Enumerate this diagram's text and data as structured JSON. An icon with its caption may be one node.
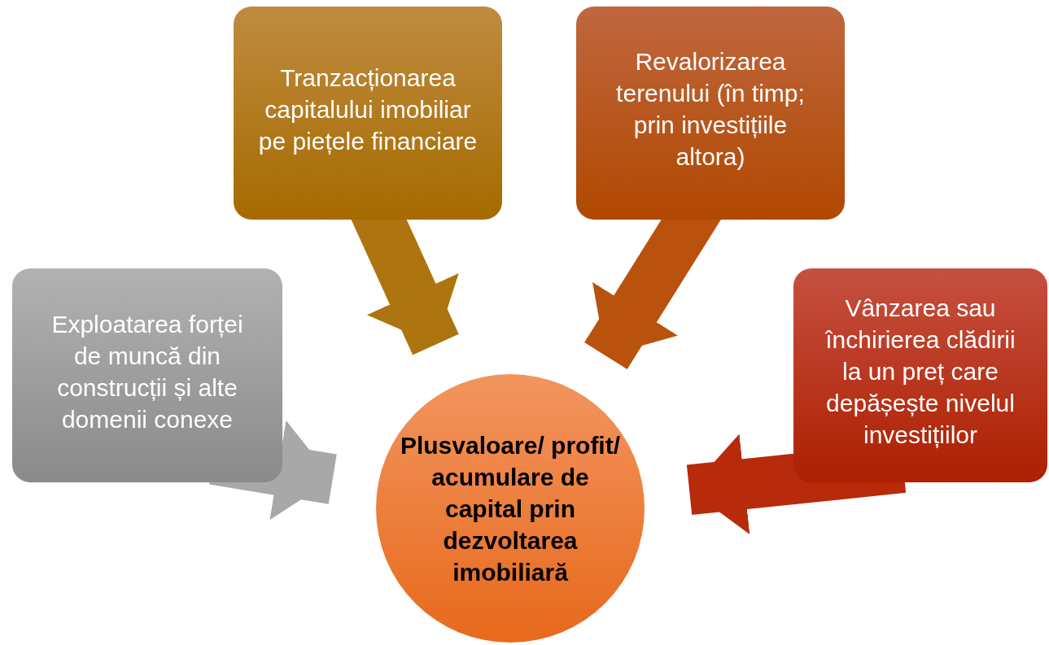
{
  "diagram": {
    "nodes": [
      {
        "text": [
          "Tranzacționarea capitalului imobiliar pe piețele financiare"
        ]
      },
      {
        "text": [
          "Revalorizarea terenului (în timp; prin investițiile altora)"
        ]
      },
      {
        "text": [
          "Exploatarea forței de muncă din construcții și alte domenii conexe"
        ]
      },
      {
        "text": [
          "Vânzarea sau închirierea clădirii la un preț care depășește nivelul investițiilor"
        ]
      },
      {
        "text": [
          "Plusvaloare/ profit/ acumulare de capital prin dezvoltarea imobiliară"
        ]
      }
    ],
    "edges": [
      {
        "from": 0,
        "to": 4,
        "arrow": "to",
        "color": "#ad7410"
      },
      {
        "from": 1,
        "to": 4,
        "arrow": "to",
        "color": "#b8520c"
      },
      {
        "from": 2,
        "to": 4,
        "arrow": "to",
        "color": "#a8a8a8"
      },
      {
        "from": 3,
        "to": 4,
        "arrow": "to",
        "color": "#b82a0c"
      }
    ]
  }
}
